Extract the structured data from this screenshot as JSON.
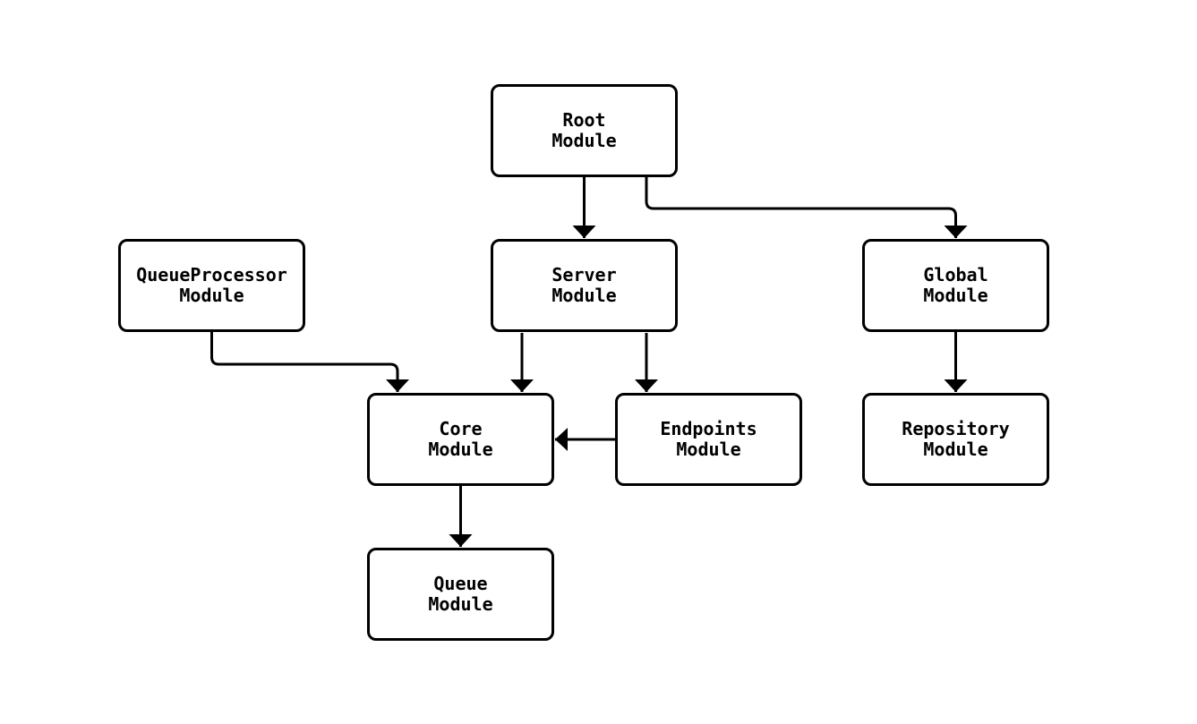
{
  "diagram": {
    "type": "dependency-graph",
    "background_color": "#ffffff",
    "stroke_color": "#000000",
    "node_fill_color": "#ffffff",
    "nodes": [
      {
        "id": "root",
        "line1": "Root",
        "line2": "Module"
      },
      {
        "id": "queueprocessor",
        "line1": "QueueProcessor",
        "line2": "Module"
      },
      {
        "id": "server",
        "line1": "Server",
        "line2": "Module"
      },
      {
        "id": "global",
        "line1": "Global",
        "line2": "Module"
      },
      {
        "id": "core",
        "line1": "Core",
        "line2": "Module"
      },
      {
        "id": "endpoints",
        "line1": "Endpoints",
        "line2": "Module"
      },
      {
        "id": "repository",
        "line1": "Repository",
        "line2": "Module"
      },
      {
        "id": "queue",
        "line1": "Queue",
        "line2": "Module"
      }
    ],
    "edges": [
      {
        "from": "Root Module",
        "to": "Server Module"
      },
      {
        "from": "Root Module",
        "to": "Global Module"
      },
      {
        "from": "QueueProcessor Module",
        "to": "Core Module"
      },
      {
        "from": "Server Module",
        "to": "Core Module"
      },
      {
        "from": "Server Module",
        "to": "Endpoints Module"
      },
      {
        "from": "Endpoints Module",
        "to": "Core Module"
      },
      {
        "from": "Global Module",
        "to": "Repository Module"
      },
      {
        "from": "Core Module",
        "to": "Queue Module"
      }
    ]
  }
}
